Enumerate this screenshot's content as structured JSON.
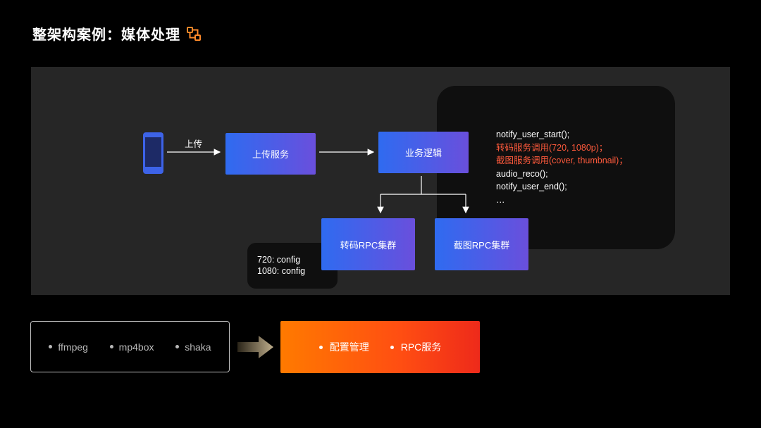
{
  "title": "整架构案例：媒体处理",
  "diagram": {
    "upload_label": "上传",
    "upload_service": "上传服务",
    "business_logic": "业务逻辑",
    "transcode_cluster": "转码RPC集群",
    "screenshot_cluster": "截图RPC集群",
    "code_lines": [
      {
        "text": "notify_user_start();",
        "highlight": false
      },
      {
        "text": "转码服务调用(720, 1080p)；",
        "highlight": true
      },
      {
        "text": "截图服务调用(cover, thumbnail)；",
        "highlight": true
      },
      {
        "text": "audio_reco();",
        "highlight": false
      },
      {
        "text": "notify_user_end();",
        "highlight": false
      },
      {
        "text": "…",
        "highlight": false
      }
    ],
    "config_lines": [
      "720: config",
      "1080: config"
    ]
  },
  "tools": [
    "ffmpeg",
    "mp4box",
    "shaka"
  ],
  "services": [
    "配置管理",
    "RPC服务"
  ],
  "colors": {
    "box_gradient_start": "#2f6bf0",
    "box_gradient_end": "#6a4fdc",
    "highlight_text": "#ff5a3c",
    "orange_start": "#ff7a00",
    "orange_end": "#ee2a1a",
    "icon": "#ff8a2a"
  }
}
